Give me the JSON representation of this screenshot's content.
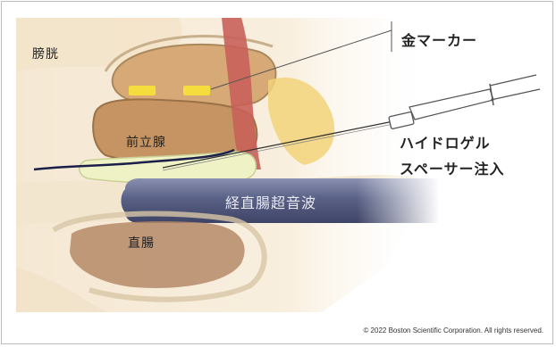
{
  "labels": {
    "bladder": "膀胱",
    "gold_marker": "金マーカー",
    "prostate": "前立腺",
    "hydrogel_line1": "ハイドロゲル",
    "hydrogel_line2": "スペーサー注入",
    "ultrasound": "経直腸超音波",
    "rectum": "直腸"
  },
  "copyright": "© 2022 Boston Scientific Corporation. All rights reserved.",
  "colors": {
    "background": "#ffffff",
    "tissue_light": "#f7ecd9",
    "prostate": "#c59462",
    "spacer_gel": "#eef2c4",
    "gold_seed": "#f4dd3c",
    "urethra": "#c9605a",
    "probe": "#5d6488",
    "rectum": "#b58a67"
  },
  "icons": [
    "needle-syringe-icon"
  ]
}
